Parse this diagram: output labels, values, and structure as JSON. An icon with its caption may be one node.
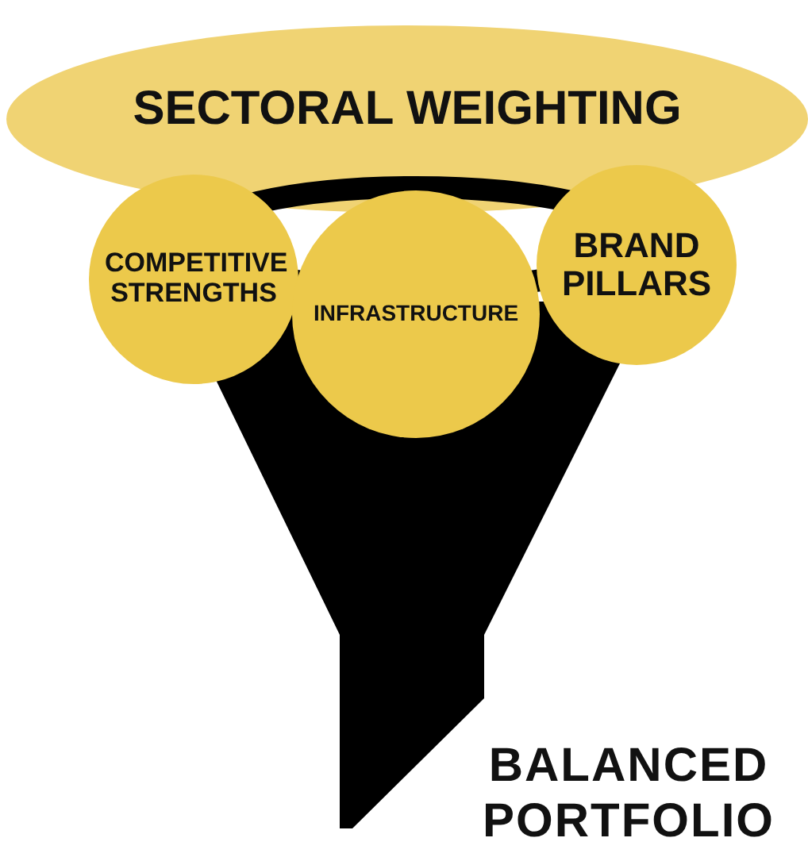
{
  "diagram": {
    "nodes": [
      {
        "text": [
          "SECTORAL WEIGHTING"
        ]
      },
      {
        "text": [
          "COMPETITIVE STRENGTHS"
        ]
      },
      {
        "text": [
          "INFRASTRUCTURE"
        ]
      },
      {
        "text": [
          "BRAND PILLARS"
        ]
      }
    ],
    "labels": [
      "BALANCED PORTFOLIO"
    ]
  }
}
